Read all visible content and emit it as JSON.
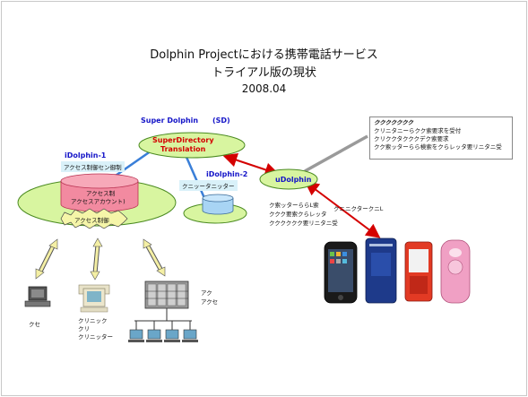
{
  "title": {
    "line1": "Dolphin Projectにおける携帯電話サービス",
    "line2": "トライアル版の現状",
    "line3": "2008.04"
  },
  "super_dolphin": {
    "label": "Super Dolphin",
    "label_sd": "(SD)",
    "inner_line1": "SuperDirectory",
    "inner_line2": "Translation"
  },
  "idolphin1": {
    "label": "iDolphin-1",
    "sublabel": "アクセス制御セン御制",
    "db_line1": "アクセス制",
    "db_line2": "アクセスアカウント)",
    "access_label": "アクセス制御"
  },
  "idolphin2": {
    "label": "iDolphin-2",
    "sublabel": "クニッータニッター"
  },
  "udolphin": {
    "label": "uDolphin"
  },
  "callout": {
    "heading": "ククククククク",
    "lines": [
      "クリニタニーらクク索要求を受付",
      "クリククタクククデク索要求",
      "クク索ッターらら検索をクらレッタ要リニタニ受"
    ]
  },
  "mobile_label": "クニニクタークニL",
  "udolphin_desc": [
    "ク索ッターららL索",
    "ククク要索クらレッタ",
    "クククククク要リニタニ受"
  ],
  "devices": {
    "pc_label": "クセ",
    "client_label": [
      "クリニック",
      "クリ",
      "クリニッター"
    ],
    "server_label": [
      "アク",
      "アクセ"
    ]
  },
  "colors": {
    "ellipse_green": "#d8f5a0",
    "ellipse_border": "#4a8a20",
    "db_pink": "#f28aa0",
    "db_blue": "#a8d4f4",
    "label_bg": "#d9f1f9",
    "arrow_red": "#d40000",
    "arrow_blue": "#3a7fd8",
    "arrow_gray": "#9a9a9a",
    "arrow_yellow": "#f4efa4"
  }
}
